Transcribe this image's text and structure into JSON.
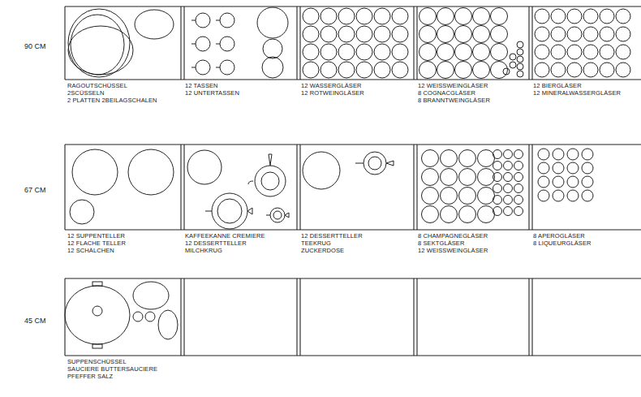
{
  "diagram": {
    "nodes": [
      {
        "text": [
          "RAGOUTSCHÜSSEL",
          "2SCÜSSELN",
          "2 PLATTEN 2BEILAGSCHALEN"
        ]
      },
      {
        "text": [
          "12 TASSEN",
          "12 UNTERTASSEN"
        ]
      },
      {
        "text": [
          "12 WASSERGLÄSER",
          "12 ROTWEINGLÄSER"
        ]
      },
      {
        "text": [
          "12 WEISSWEINGLÄSER",
          "8 COGNACGLÄSER",
          "8 BRANNTWEINGLÄSER"
        ]
      },
      {
        "text": [
          "12 BIERGLÄSER",
          "12 MINERALWASSERGLÄSER"
        ]
      },
      {
        "text": [
          "12 SUPPENTELLER",
          "12 FLACHE TELLER",
          "12 SCHÄLCHEN"
        ]
      },
      {
        "text": [
          "KAFFEEKANNE CREMIERE",
          "12 DESSERTTELLER",
          "MILCHKRUG"
        ]
      },
      {
        "text": [
          "12 DESSERTTELLER",
          "TEEKRUG",
          "ZUCKERDOSE"
        ]
      },
      {
        "text": [
          "8 CHAMPAGNEGLÄSER",
          "8 SEKTGLÄSER",
          "12 WEISSWEINGLÄSER"
        ]
      },
      {
        "text": [
          "8 APEROGLÄSER",
          "8 LIQUEURGLÄSER"
        ]
      },
      {
        "text": [
          "SUPPENSCHÜSSEL",
          "SAUCIERE BUTTERSAUCIERE",
          "PFEFFER SALZ"
        ]
      }
    ],
    "labels": [
      "90 CM",
      "67 CM",
      "45 CM"
    ]
  }
}
